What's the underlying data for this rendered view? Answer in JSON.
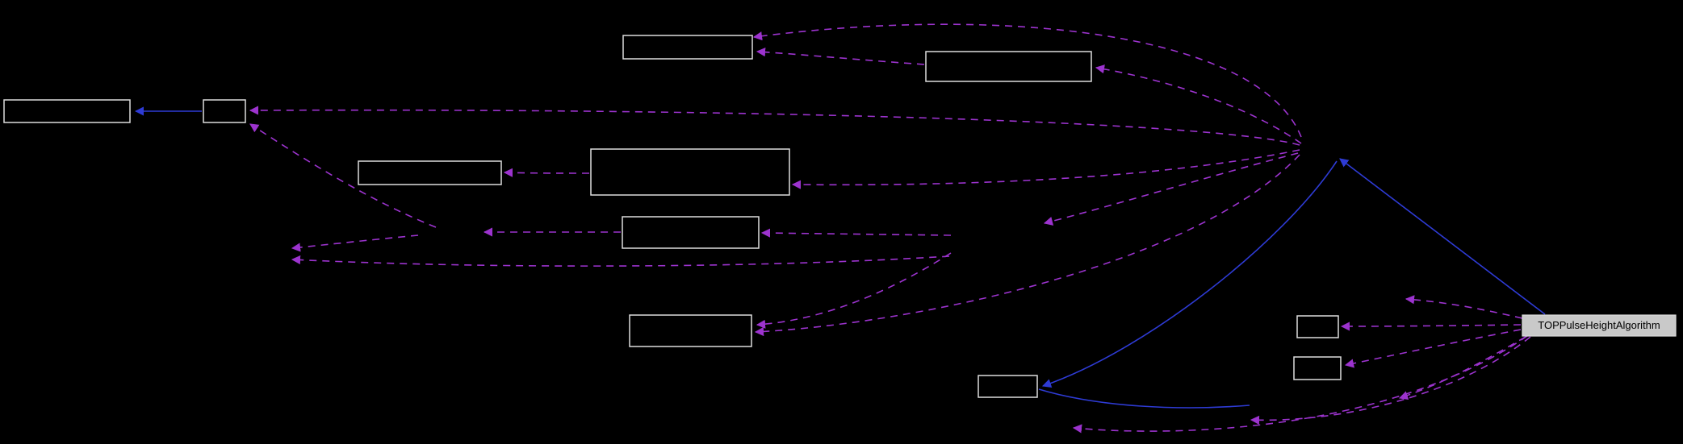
{
  "diagram": {
    "type": "dependency-graph",
    "colors": {
      "background": "#000000",
      "node_border": "#DDDDDD",
      "node_fill": "#000000",
      "selected_fill": "#C9C9C9",
      "selected_text": "#000000",
      "usage_edge": "#9C33CE",
      "inheritance_edge": "#2E3BD5"
    },
    "nodes": [
      {
        "id": "top-center",
        "label": ""
      },
      {
        "id": "top-right",
        "label": ""
      },
      {
        "id": "far-left",
        "label": ""
      },
      {
        "id": "left-small",
        "label": ""
      },
      {
        "id": "mid-left",
        "label": ""
      },
      {
        "id": "center-large",
        "label": ""
      },
      {
        "id": "center",
        "label": ""
      },
      {
        "id": "lower-center",
        "label": ""
      },
      {
        "id": "right-small-upper",
        "label": ""
      },
      {
        "id": "right-small-lower",
        "label": ""
      },
      {
        "id": "bottom-small",
        "label": ""
      },
      {
        "id": "selected",
        "label": "TOPPulseHeightAlgorithm"
      }
    ],
    "edge_counts": {
      "dashed": 20,
      "solid": 4
    }
  }
}
